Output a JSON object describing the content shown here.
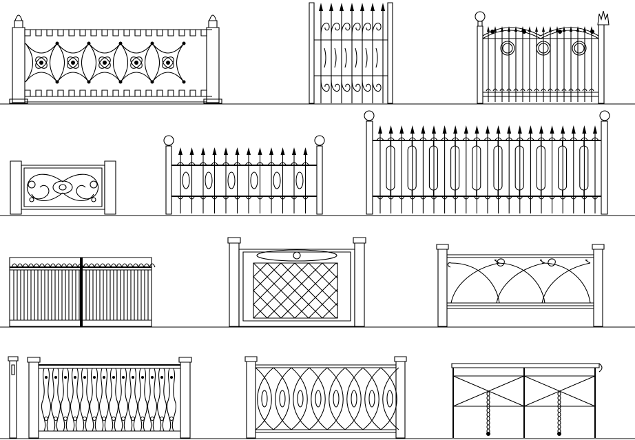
{
  "drawing": {
    "line_color": "#000000",
    "background": "#ffffff",
    "rows": 4,
    "panels": [
      {
        "id": "ornamental-quatrefoil-railing",
        "row": 1
      },
      {
        "id": "scroll-top-gate",
        "row": 1
      },
      {
        "id": "ring-arch-fence",
        "row": 1
      },
      {
        "id": "scroll-medallion-panel",
        "row": 2
      },
      {
        "id": "short-picket-fence",
        "row": 2
      },
      {
        "id": "long-picket-fence",
        "row": 2
      },
      {
        "id": "dense-bar-gate",
        "row": 3
      },
      {
        "id": "lattice-diamond-panel",
        "row": 3
      },
      {
        "id": "curved-leaf-panel",
        "row": 3
      },
      {
        "id": "baluster-railing",
        "row": 4
      },
      {
        "id": "interlaced-ellipse-panel",
        "row": 4
      },
      {
        "id": "cross-brace-table-railing",
        "row": 4
      }
    ]
  }
}
